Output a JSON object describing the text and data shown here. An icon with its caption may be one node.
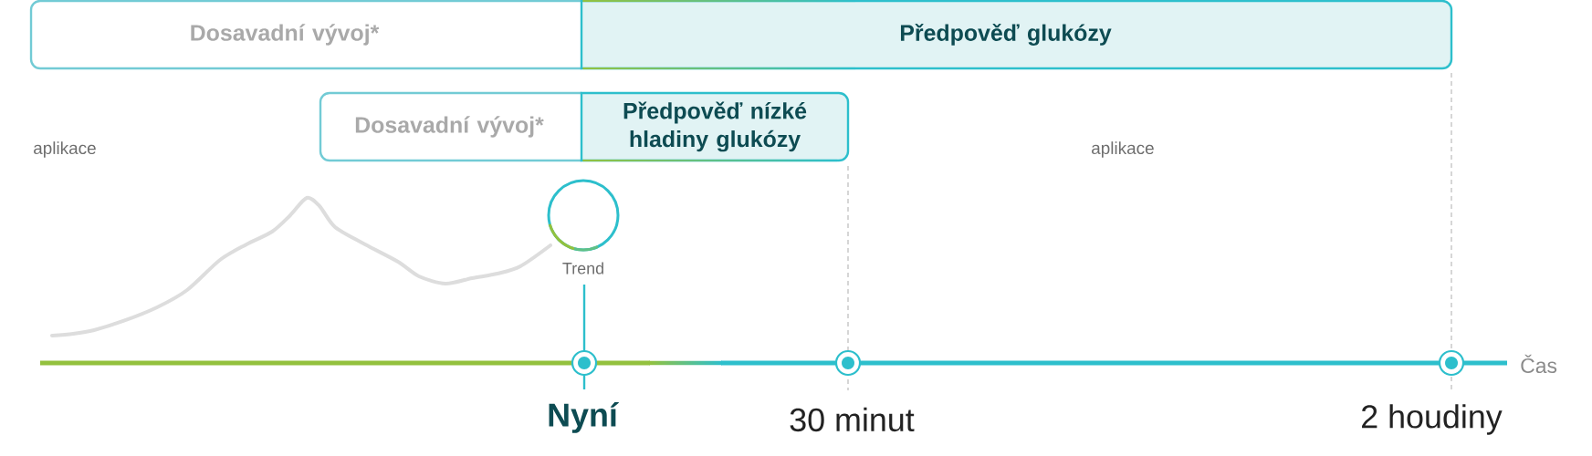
{
  "diagram": {
    "nodes": [
      {
        "text": [
          "Dosavadní vývoj*"
        ]
      },
      {
        "text": [
          "Předpověď glukózy"
        ]
      },
      {
        "text": [
          "Dosavadní vývoj*"
        ]
      },
      {
        "text": [
          "Předpověď nízké hladiny glukózy"
        ]
      },
      {
        "text": [],
        "shape": "circle",
        "beside": [
          "Trend"
        ]
      }
    ],
    "labels": [
      "aplikace",
      "aplikace",
      "Čas",
      "Nyní",
      "30 minut",
      "2 houdiny"
    ]
  }
}
